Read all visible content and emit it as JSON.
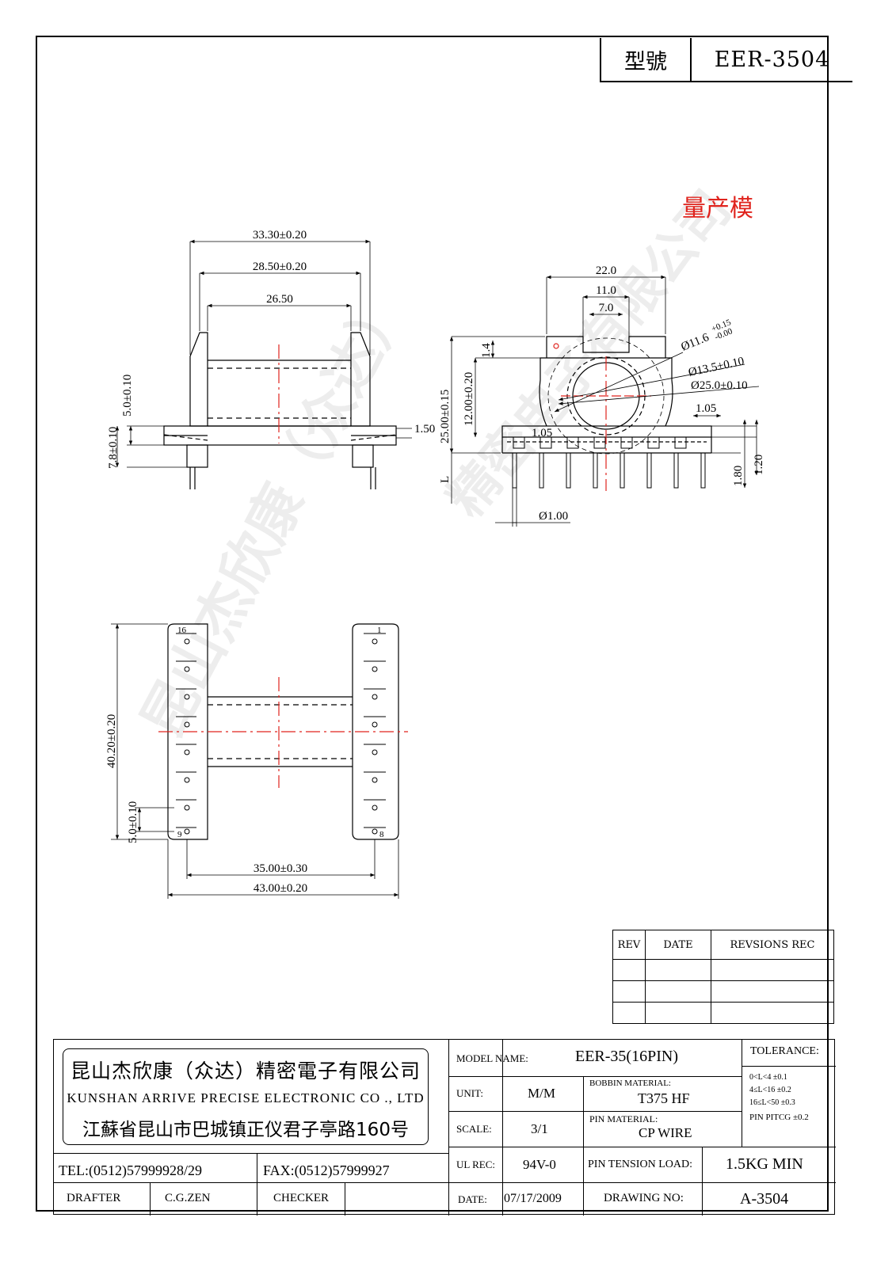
{
  "header": {
    "model_label": "型號",
    "model_value": "EER-3504"
  },
  "stamp": "量产模",
  "watermark": {
    "text_a": "昆山杰欣康（众达）",
    "text_b": "精密电子有限公司"
  },
  "top_view": {
    "dims": [
      "33.30±0.20",
      "28.50±0.20",
      "26.50",
      "5.0±0.10",
      "7.8±0.10",
      "1.50"
    ]
  },
  "side_view": {
    "dims": [
      "22.0",
      "11.0",
      "7.0",
      "1.4",
      "25.00±0.15",
      "12.00±0.20",
      "1.05",
      "1.05",
      "1.80",
      "1.20",
      "L",
      "Ø1.00",
      "Ø13.5±0.10",
      "Ø25.0±0.10"
    ],
    "d116": {
      "base": "Ø11.6",
      "upper": "+0.15",
      "lower": "-0.00"
    }
  },
  "bottom_view": {
    "dims": [
      "40.20±0.20",
      "5.0±0.10",
      "35.00±0.30",
      "43.00±0.20"
    ],
    "pins": [
      "16",
      "1",
      "9",
      "8"
    ]
  },
  "revisions": {
    "headers": [
      "REV",
      "DATE",
      "REVSIONS  REC"
    ],
    "rows": 3
  },
  "company": {
    "name_cn": "昆山杰欣康（众达）精密電子有限公司",
    "name_en": "KUNSHAN ARRIVE PRECISE ELECTRONIC CO ., LTD",
    "address": "江蘇省昆山市巴城镇正仪君子亭路160号",
    "tel": "TEL:(0512)57999928/29",
    "fax": "FAX:(0512)57999927"
  },
  "title_block": {
    "model_name_label": "MODEL NAME:",
    "model_name": "EER-35(16PIN)",
    "tolerance_label": "TOLERANCE:",
    "tolerances": [
      "0<L<4   ±0.1",
      "4≤L<16  ±0.2",
      "16≤L<50  ±0.3",
      "PIN PITCG ±0.2"
    ],
    "unit_label": "UNIT:",
    "unit": "M/M",
    "bobbin_material_label": "BOBBIN MATERIAL:",
    "bobbin_material": "T375 HF",
    "scale_label": "SCALE:",
    "scale": "3/1",
    "pin_material_label": "PIN MATERIAL:",
    "pin_material": "CP WIRE",
    "ul_rec_label": "UL REC:",
    "ul_rec": "94V-0",
    "pin_tension_label": "PIN TENSION LOAD:",
    "pin_tension": "1.5KG MIN",
    "drafter_label": "DRAFTER",
    "drafter": "C.G.ZEN",
    "checker_label": "CHECKER",
    "date_label": "DATE:",
    "date": "07/17/2009",
    "drawing_no_label": "DRAWING NO:",
    "drawing_no": "A-3504"
  }
}
